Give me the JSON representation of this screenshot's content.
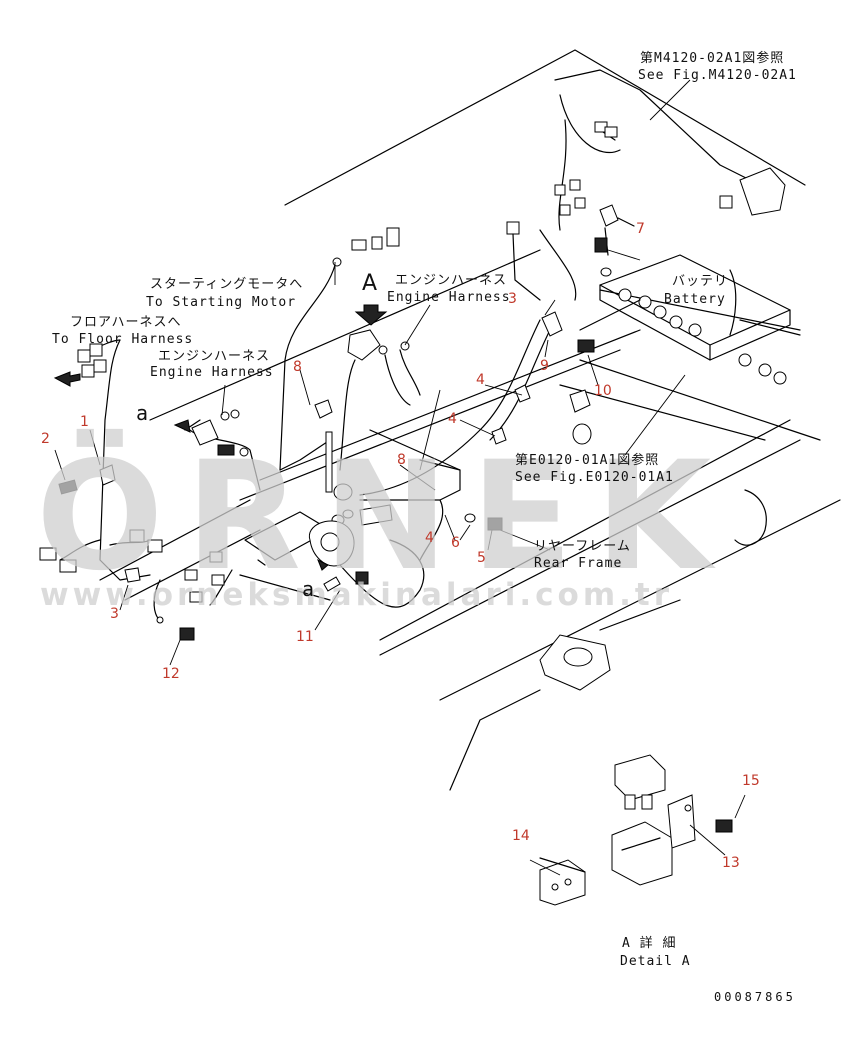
{
  "labels": {
    "ref_top_jp": "第M4120-02A1図参照",
    "ref_top_en": "See Fig.M4120-02A1",
    "starting_motor_jp": "スターティングモータへ",
    "starting_motor_en": "To Starting Motor",
    "engine_harness_top_jp": "エンジンハーネス",
    "engine_harness_top_en": "Engine Harness",
    "floor_harness_jp": "フロアハーネスへ",
    "floor_harness_en": "To Floor Harness",
    "engine_harness_left_jp": "エンジンハーネス",
    "engine_harness_left_en": "Engine Harness",
    "battery_jp": "バッテリ",
    "battery_en": "Battery",
    "ref_mid_jp": "第E0120-01A1図参照",
    "ref_mid_en": "See Fig.E0120-01A1",
    "rear_frame_jp": "リヤーフレーム",
    "rear_frame_en": "Rear Frame",
    "detail_jp": "A 詳 細",
    "detail_en": "Detail A",
    "view_letter_a": "A",
    "small_a_1": "a",
    "small_a_2": "a"
  },
  "part_numbers": {
    "p1": "1",
    "p2": "2",
    "p3a": "3",
    "p3b": "3",
    "p4a": "4",
    "p4b": "4",
    "p4c": "4",
    "p5": "5",
    "p6": "6",
    "p7": "7",
    "p8a": "8",
    "p8b": "8",
    "p9": "9",
    "p10": "10",
    "p11": "11",
    "p12": "12",
    "p13": "13",
    "p14": "14",
    "p15": "15"
  },
  "drawing_code": "00087865",
  "watermark": {
    "brand": "ÖRNEK",
    "url": "www.orneksmakinalari.com.tr"
  },
  "colors": {
    "line": "#000000",
    "part_number": "#c0392b",
    "watermark": "#cfcfcf"
  }
}
